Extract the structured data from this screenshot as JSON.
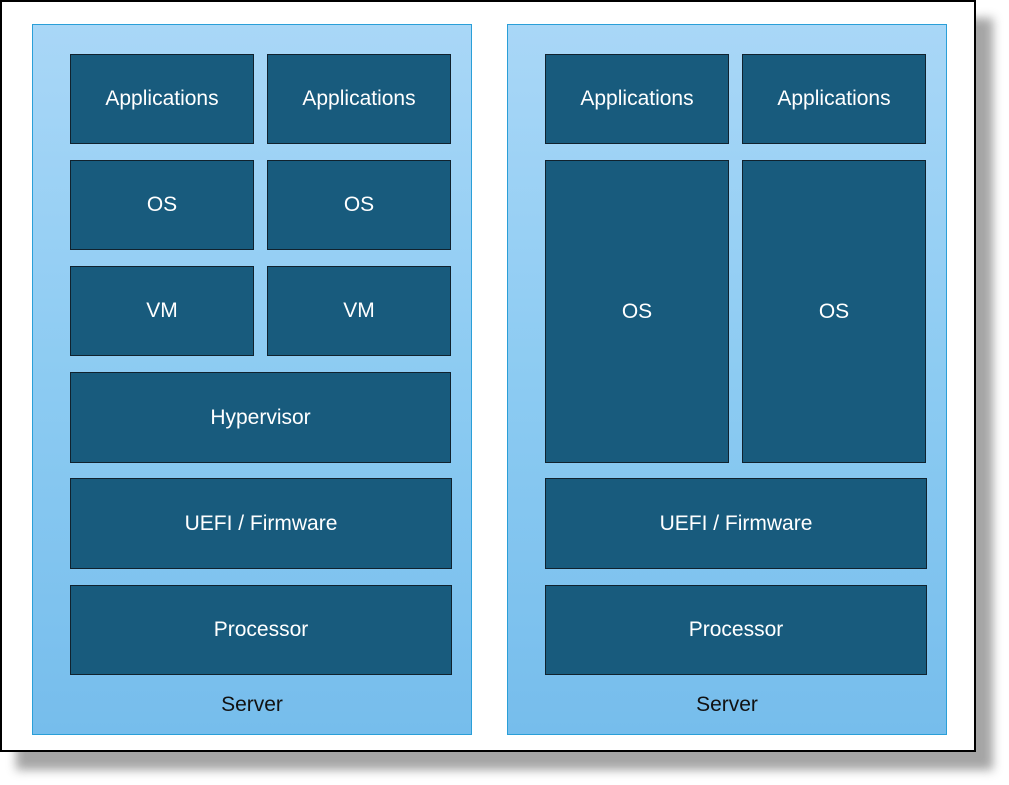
{
  "servers": [
    {
      "label": "Server",
      "apps": [
        "Applications",
        "Applications"
      ],
      "os": [
        "OS",
        "OS"
      ],
      "vm": [
        "VM",
        "VM"
      ],
      "hypervisor": "Hypervisor",
      "firmware": "UEFI / Firmware",
      "processor": "Processor"
    },
    {
      "label": "Server",
      "apps": [
        "Applications",
        "Applications"
      ],
      "os": [
        "OS",
        "OS"
      ],
      "firmware": "UEFI / Firmware",
      "processor": "Processor"
    }
  ],
  "colors": {
    "block_fill": "#185b7d",
    "block_border": "#10222e",
    "server_fill_top": "#a9d7f7",
    "server_fill_bottom": "#76bdec",
    "server_border": "#2a9fd8"
  }
}
